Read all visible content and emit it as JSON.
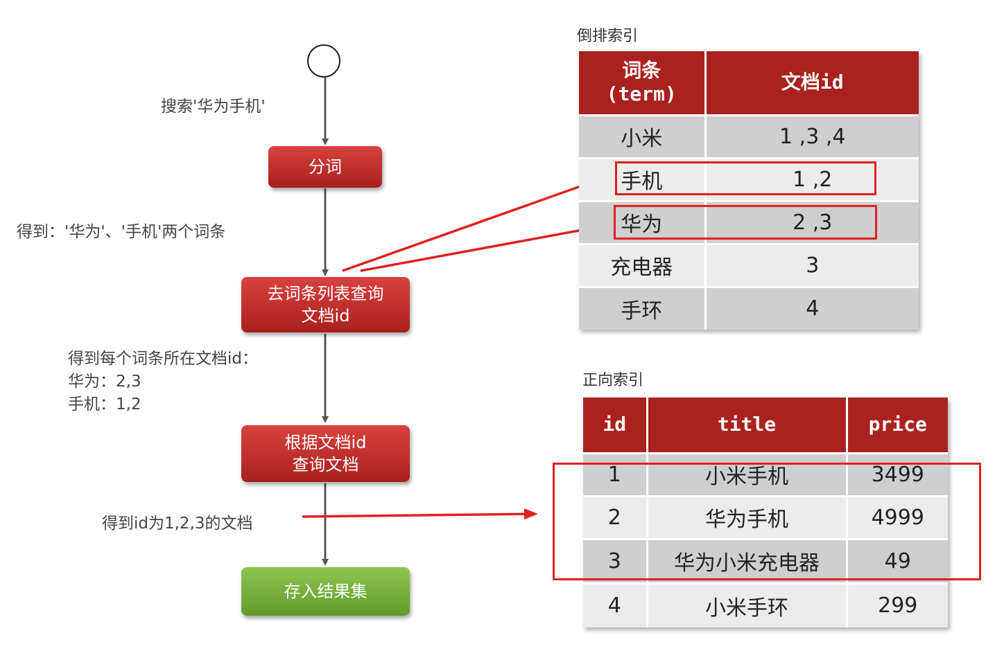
{
  "flow": {
    "search_note": "搜索'华为手机'",
    "step1": "分词",
    "note2": "得到：'华为'、'手机'两个词条",
    "step2_line1": "去词条列表查询",
    "step2_line2": "文档id",
    "note3_line1": "得到每个词条所在文档id：",
    "note3_line2": "华为：2,3",
    "note3_line3": "手机：1,2",
    "step3_line1": "根据文档id",
    "step3_line2": "查询文档",
    "note4": "得到id为1,2,3的文档",
    "step4": "存入结果集"
  },
  "inverted_index": {
    "caption": "倒排索引",
    "header_term_line1": "词条",
    "header_term_line2": "(term)",
    "header_docid": "文档id",
    "rows": [
      {
        "term": "小米",
        "ids": "1 ,3 ,4"
      },
      {
        "term": "手机",
        "ids": "1 ,2"
      },
      {
        "term": "华为",
        "ids": "2 ,3"
      },
      {
        "term": "充电器",
        "ids": "3"
      },
      {
        "term": "手环",
        "ids": "4"
      }
    ]
  },
  "forward_index": {
    "caption": "正向索引",
    "headers": [
      "id",
      "title",
      "price"
    ],
    "rows": [
      {
        "id": "1",
        "title": "小米手机",
        "price": "3499"
      },
      {
        "id": "2",
        "title": "华为手机",
        "price": "4999"
      },
      {
        "id": "3",
        "title": "华为小米充电器",
        "price": "49"
      },
      {
        "id": "4",
        "title": "小米手环",
        "price": "299"
      }
    ]
  },
  "colors": {
    "step_red": "#b52a27",
    "step_green": "#72ad3a",
    "header_red": "#a9221f",
    "highlight": "#e02020"
  }
}
